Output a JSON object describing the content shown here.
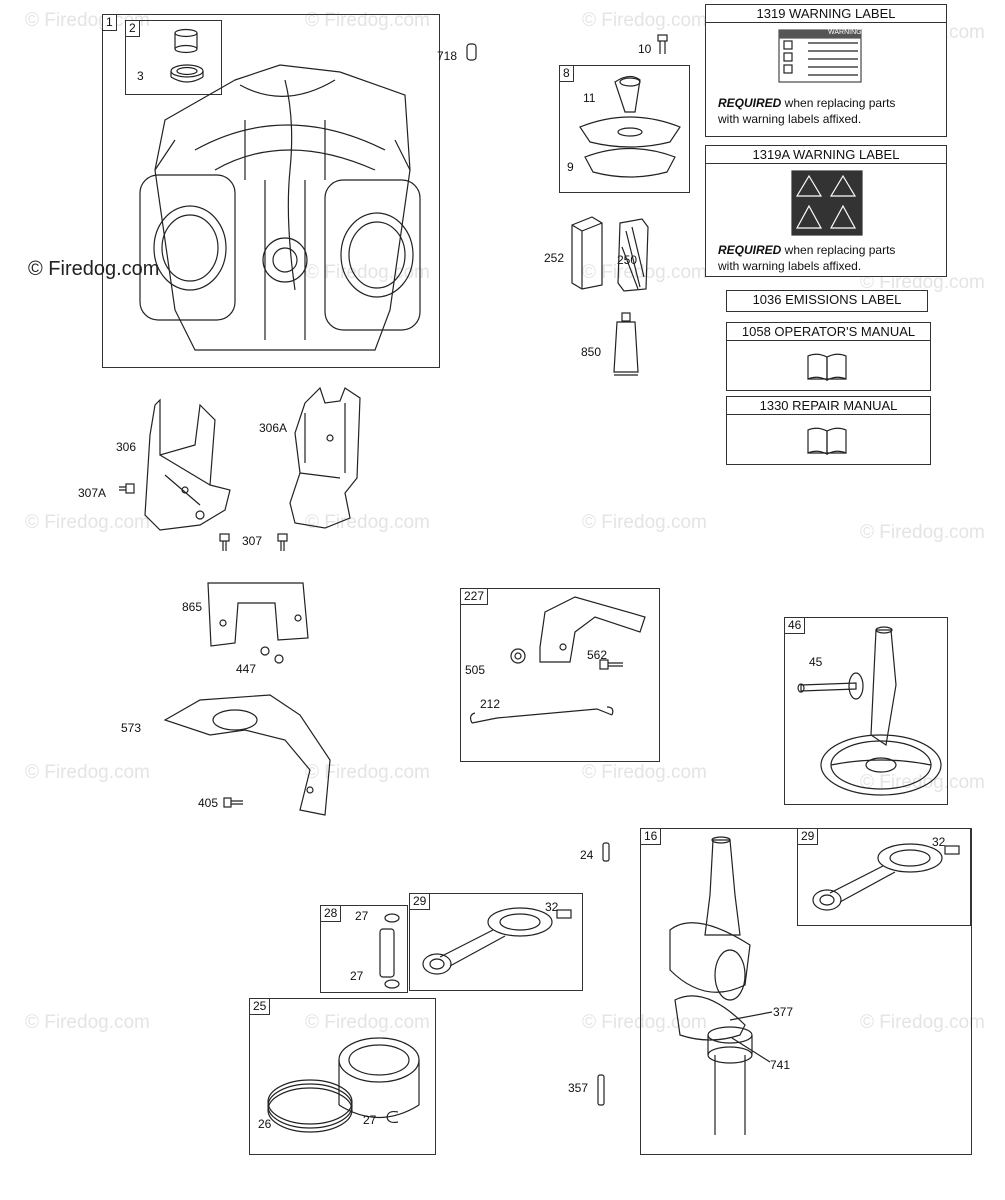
{
  "watermark": {
    "text": "© Firedog.com"
  },
  "watermark_main": {
    "text": "© Firedog.com"
  },
  "groups": {
    "g1": "1",
    "g2": "2",
    "g8": "8",
    "g227": "227",
    "g46": "46",
    "g16": "16",
    "g29a": "29",
    "g29b": "29",
    "g28": "28",
    "g25": "25"
  },
  "parts": {
    "p3": "3",
    "p718": "718",
    "p10": "10",
    "p11": "11",
    "p9": "9",
    "p252": "252",
    "p250": "250",
    "p850": "850",
    "p306": "306",
    "p306A": "306A",
    "p307A": "307A",
    "p307": "307",
    "p865": "865",
    "p447": "447",
    "p573": "573",
    "p405": "405",
    "p505": "505",
    "p562": "562",
    "p212": "212",
    "p45": "45",
    "p24": "24",
    "p32a": "32",
    "p32b": "32",
    "p27a": "27",
    "p27b": "27",
    "p27c": "27",
    "p26": "26",
    "p377": "377",
    "p741": "741",
    "p357": "357"
  },
  "labels": {
    "warning1319": {
      "title": "1319 WARNING LABEL",
      "required": "REQUIRED",
      "text1": " when replacing parts",
      "text2": "with warning labels affixed."
    },
    "warning1319A": {
      "title": "1319A WARNING LABEL",
      "required": "REQUIRED",
      "text1": " when replacing parts",
      "text2": "with warning labels affixed."
    },
    "emissions": {
      "title": "1036 EMISSIONS LABEL"
    },
    "operators_manual": {
      "title": "1058 OPERATOR'S MANUAL"
    },
    "repair_manual": {
      "title": "1330 REPAIR MANUAL"
    }
  },
  "sticker": {
    "heading": "WARNING"
  }
}
